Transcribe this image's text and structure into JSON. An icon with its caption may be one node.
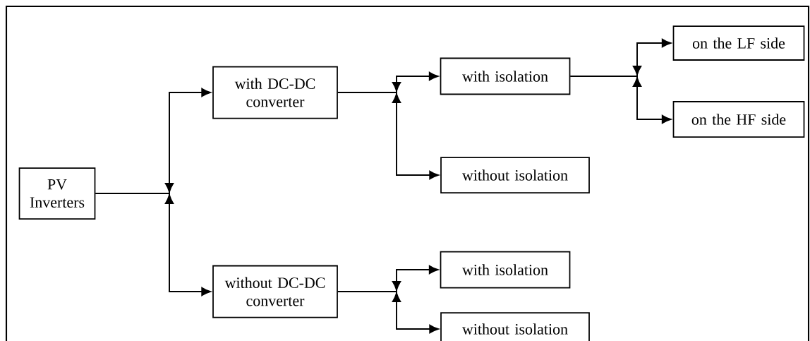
{
  "diagram": {
    "nodes": [
      {
        "text": [
          "PV Inverters"
        ]
      },
      {
        "text": [
          "with DC-DC converter"
        ]
      },
      {
        "text": [
          "without DC-DC converter"
        ]
      },
      {
        "text": [
          "with isolation"
        ]
      },
      {
        "text": [
          "without isolation"
        ]
      },
      {
        "text": [
          "with isolation"
        ]
      },
      {
        "text": [
          "without isolation"
        ]
      },
      {
        "text": [
          "on the LF side"
        ]
      },
      {
        "text": [
          "on the HF side"
        ]
      }
    ],
    "edges": [
      {
        "from": 0,
        "to": 1,
        "arrow": "to"
      },
      {
        "from": 0,
        "to": 2,
        "arrow": "to"
      },
      {
        "from": 1,
        "to": 3,
        "arrow": "to"
      },
      {
        "from": 1,
        "to": 4,
        "arrow": "to"
      },
      {
        "from": 2,
        "to": 5,
        "arrow": "to"
      },
      {
        "from": 2,
        "to": 6,
        "arrow": "to"
      },
      {
        "from": 3,
        "to": 7,
        "arrow": "to"
      },
      {
        "from": 3,
        "to": 8,
        "arrow": "to"
      }
    ]
  }
}
